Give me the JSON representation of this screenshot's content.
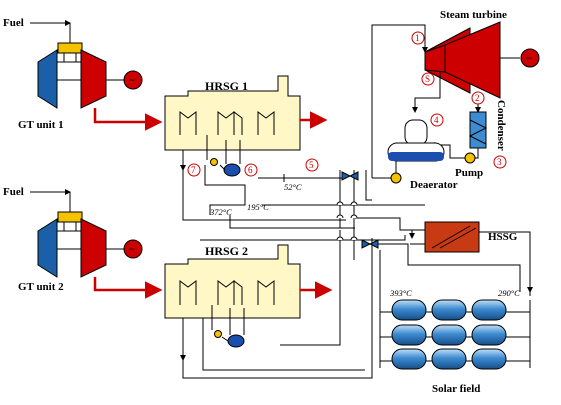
{
  "labels": {
    "fuel_top": "Fuel",
    "fuel_bottom": "Fuel",
    "gt1": "GT unit 1",
    "gt2": "GT unit 2",
    "hrsg1": "HRSG 1",
    "hrsg2": "HRSG 2",
    "steam_turbine": "Steam turbine",
    "condenser": "Condenser",
    "pump": "Pump",
    "deaerator": "Deaerator",
    "hssg": "HSSG",
    "solar_field": "Solar field"
  },
  "temperatures": {
    "t52": "52°C",
    "t372": "372°C",
    "t195": "195°C",
    "t393": "393°C",
    "t290": "290°C"
  },
  "state_points": [
    "1",
    "2",
    "3",
    "4",
    "5",
    "6",
    "7"
  ],
  "state_point_s": "S",
  "colors": {
    "gas_path": "#cc0000",
    "compressor": "#1a5fa8",
    "turbine": "#cc0000",
    "hrsg_fill": "#fff7c6",
    "hssg_fill": "#c73a14",
    "solar_collector": "#2f7fc4",
    "drum": "#1a4fb0",
    "fuel_box": "#f5c200"
  }
}
